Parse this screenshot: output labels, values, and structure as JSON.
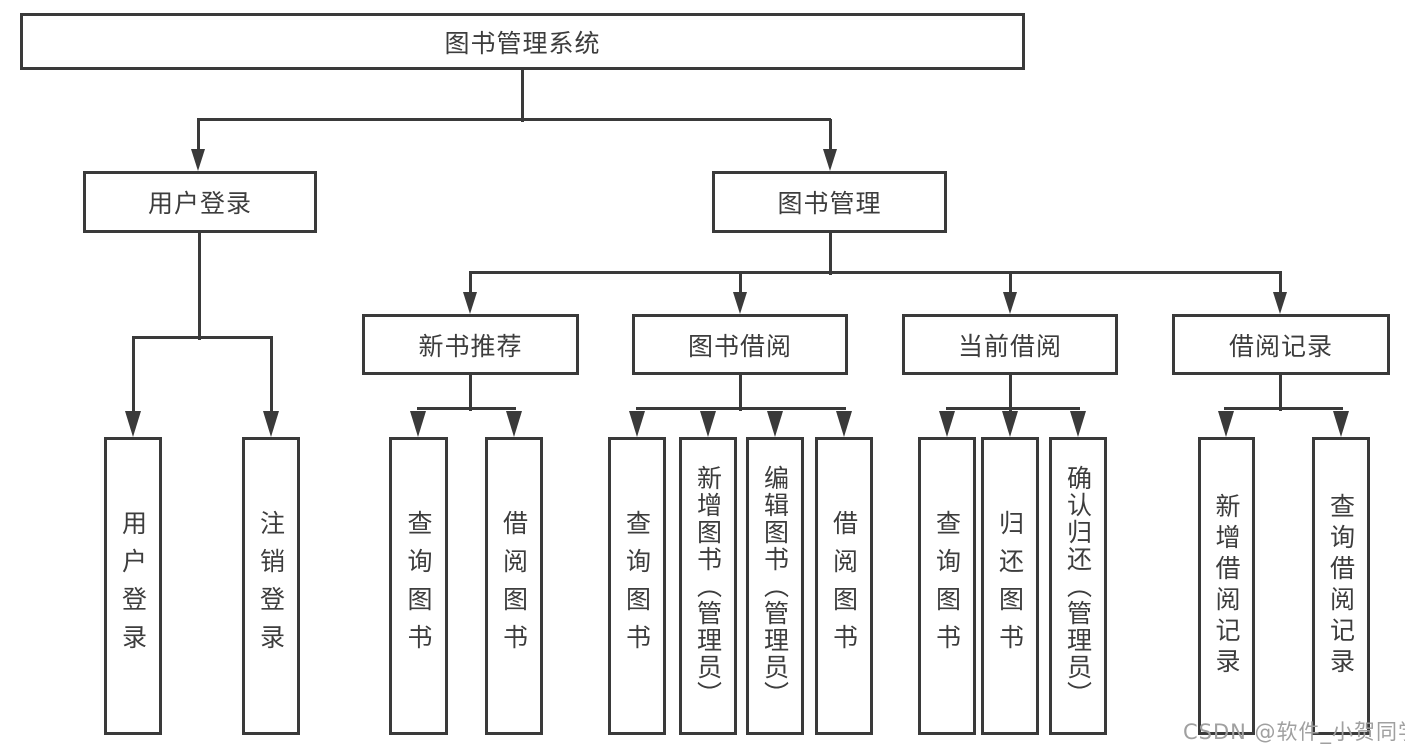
{
  "colors": {
    "line": "#3a3a3a",
    "text": "#3d3d3d",
    "watermark": "#a0a0a0",
    "background": "#ffffff"
  },
  "watermark": {
    "text": "CSDN @软件_小贺同学"
  },
  "diagram": {
    "root": {
      "label": "图书管理系统"
    },
    "level2": [
      {
        "label": "用户登录",
        "leaves": [
          {
            "label": "用户登录"
          },
          {
            "label": "注销登录"
          }
        ]
      },
      {
        "label": "图书管理",
        "sections": [
          {
            "label": "新书推荐",
            "leaves": [
              {
                "label": "查询图书"
              },
              {
                "label": "借阅图书"
              }
            ]
          },
          {
            "label": "图书借阅",
            "leaves": [
              {
                "label": "查询图书"
              },
              {
                "label": "新增图书（管理员）"
              },
              {
                "label": "编辑图书（管理员）"
              },
              {
                "label": "借阅图书"
              }
            ]
          },
          {
            "label": "当前借阅",
            "leaves": [
              {
                "label": "查询图书"
              },
              {
                "label": "归还图书"
              },
              {
                "label": "确认归还（管理员）"
              }
            ]
          },
          {
            "label": "借阅记录",
            "leaves": [
              {
                "label": "新增借阅记录"
              },
              {
                "label": "查询借阅记录"
              }
            ]
          }
        ]
      }
    ]
  }
}
